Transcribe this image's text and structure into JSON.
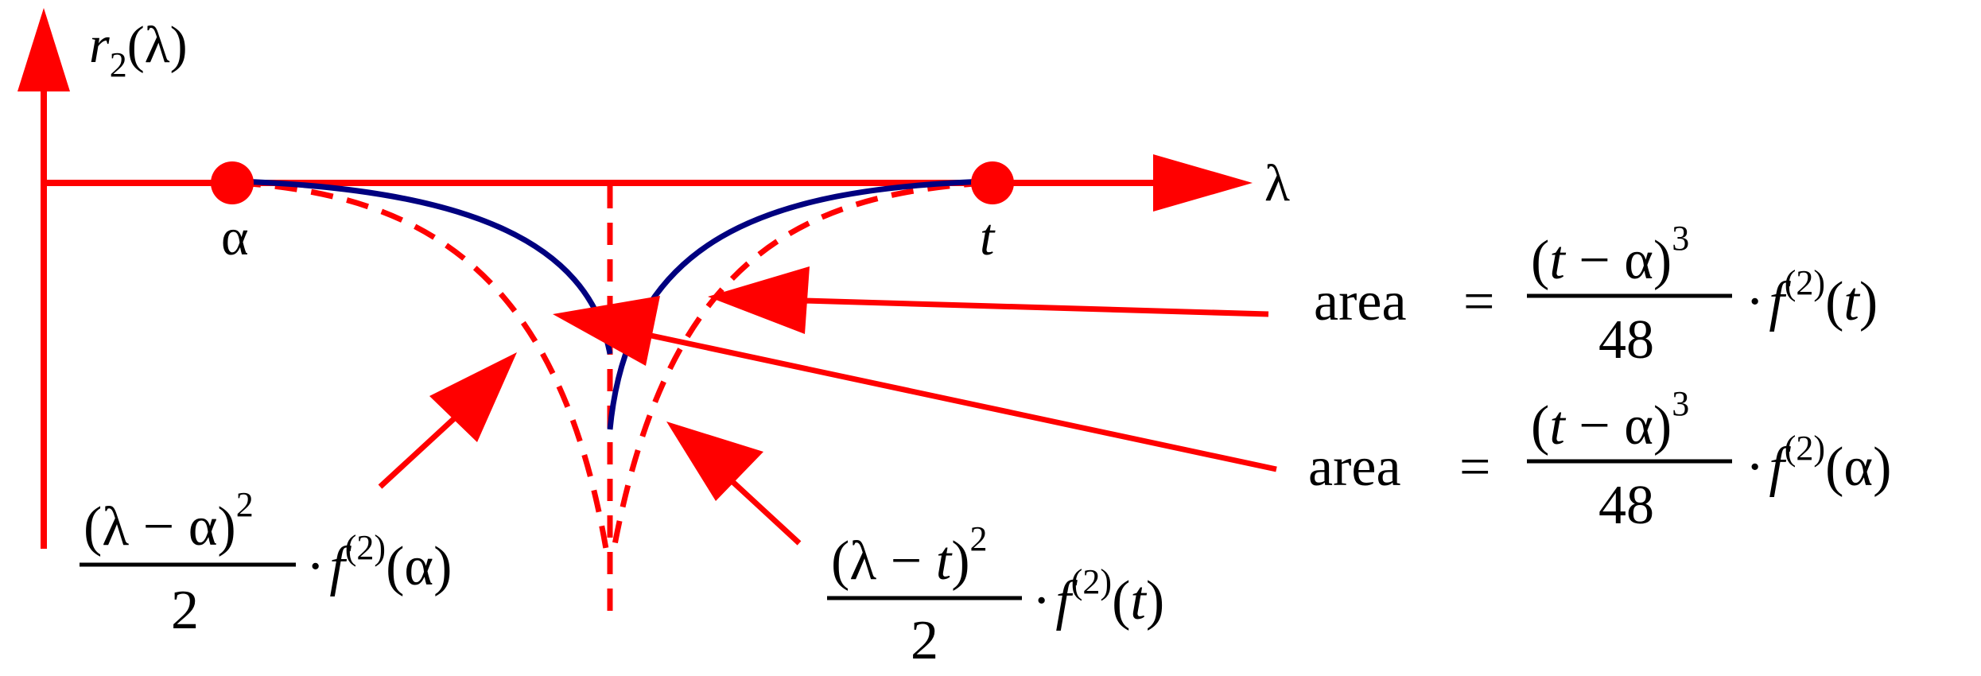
{
  "axes": {
    "y_label_func": "r",
    "y_label_sub": "2",
    "y_label_arg": "(λ)",
    "x_label": "λ",
    "point_alpha_label": "α",
    "point_t_label": "t"
  },
  "annotations": {
    "area_t": {
      "area": "area",
      "eq": "=",
      "num_lp": "(",
      "num_t": "t",
      "num_rest": " − α)",
      "num_pow": "3",
      "den": "48",
      "dot": "·",
      "f": "f",
      "deriv": "(2)",
      "arg_l": "(",
      "arg_v": "t",
      "arg_r": ")"
    },
    "area_alpha": {
      "area": "area",
      "eq": "=",
      "num_lp": "(",
      "num_t": "t",
      "num_rest": " − α)",
      "num_pow": "3",
      "den": "48",
      "dot": "·",
      "f": "f",
      "deriv": "(2)",
      "arg": "(α)"
    },
    "left_formula": {
      "num": "(λ − α)",
      "num_pow": "2",
      "den": "2",
      "dot": "·",
      "f": "f",
      "deriv": "(2)",
      "arg": "(α)"
    },
    "right_formula": {
      "num_a": "(λ − ",
      "num_t": "t",
      "num_b": ")",
      "num_pow": "2",
      "den": "2",
      "dot": "·",
      "f": "f",
      "deriv": "(2)",
      "arg_l": "(",
      "arg_v": "t",
      "arg_r": ")"
    }
  },
  "colors": {
    "axis": "#ff0000",
    "solid_curve": "#00007f",
    "dashed_curve": "#ff0000",
    "arrow": "#ff0000",
    "point": "#ff0000",
    "text": "#000000"
  }
}
